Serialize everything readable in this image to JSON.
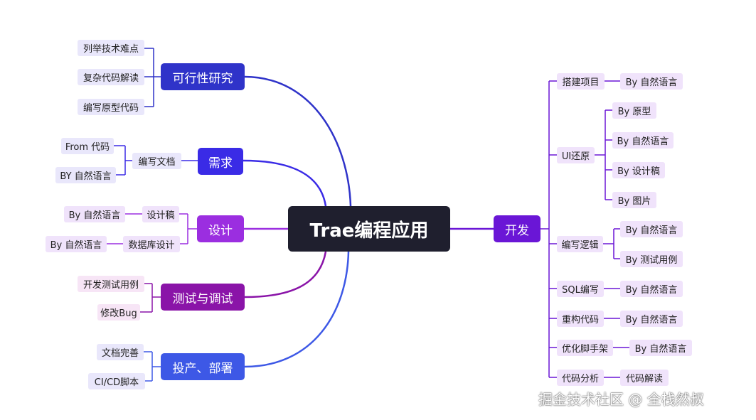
{
  "root": "Trae编程应用",
  "branches": {
    "feasibility": {
      "title": "可行性研究",
      "items": [
        "列举技术难点",
        "复杂代码解读",
        "编写原型代码"
      ]
    },
    "requirements": {
      "title": "需求",
      "child": "编写文档",
      "leaves": [
        "From 代码",
        "BY 自然语言"
      ]
    },
    "design": {
      "title": "设计",
      "children": [
        {
          "label": "设计稿",
          "leaf": "By 自然语言"
        },
        {
          "label": "数据库设计",
          "leaf": "By 自然语言"
        }
      ]
    },
    "testing": {
      "title": "测试与调试",
      "items": [
        "开发测试用例",
        "修改Bug"
      ]
    },
    "deploy": {
      "title": "投产、部署",
      "items": [
        "文档完善",
        "CI/CD脚本"
      ]
    },
    "dev": {
      "title": "开发",
      "children": [
        {
          "label": "搭建项目",
          "leaves": [
            "By 自然语言"
          ]
        },
        {
          "label": "UI还原",
          "leaves": [
            "By 原型",
            "By 自然语言",
            "By 设计稿",
            "By 图片"
          ]
        },
        {
          "label": "编写逻辑",
          "leaves": [
            "By 自然语言",
            "By 测试用例"
          ]
        },
        {
          "label": "SQL编写",
          "leaves": [
            "By 自然语言"
          ]
        },
        {
          "label": "重构代码",
          "leaves": [
            "By 自然语言"
          ]
        },
        {
          "label": "优化脚手架",
          "leaves": [
            "By 自然语言"
          ]
        },
        {
          "label": "代码分析",
          "leaves": [
            "代码解读"
          ]
        }
      ]
    }
  },
  "watermark": "掘金技术社区 @ 全栈然叔",
  "colors": {
    "root": "#1f1f2e",
    "feasibility": "#2f33c9",
    "requirements": "#3a2be6",
    "design": "#9b2ee0",
    "testing": "#8a14a8",
    "deploy": "#3d58e6",
    "dev": "#6a16d6"
  }
}
